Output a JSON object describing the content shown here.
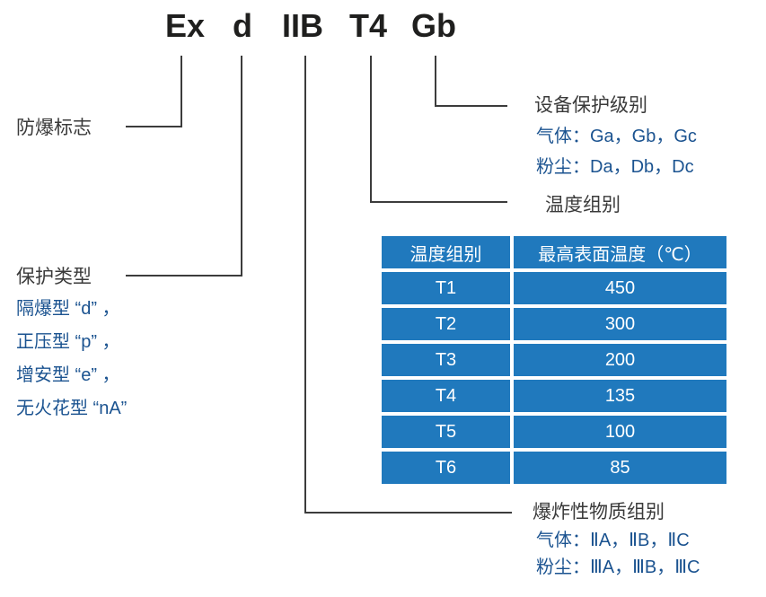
{
  "colors": {
    "table_blue": "#2079BD",
    "text_blue": "#1B5390",
    "line_dark": "#3C3C3C"
  },
  "marking": {
    "tokens": [
      "Ex",
      "d",
      "IIB",
      "T4",
      "Gb"
    ]
  },
  "labels": {
    "ex_mark": "防爆标志",
    "protection_type": "保护类型",
    "equipment_protection_level": "设备保护级别",
    "temperature_class": "温度组别",
    "explosive_substance_group": "爆炸性物质组别"
  },
  "epl_detail": {
    "gas": "气体：Ga，Gb，Gc",
    "dust": "粉尘：Da，Db，Dc"
  },
  "protection_types": [
    "隔爆型 “d” ，",
    "正压型 “p” ，",
    "增安型 “e” ，",
    "无火花型 “nA”"
  ],
  "group_detail": {
    "gas": "气体：ⅡA，ⅡB，ⅡC",
    "dust": "粉尘：ⅢA，ⅢB，ⅢC"
  },
  "table": {
    "headers": [
      "温度组别",
      "最高表面温度（℃）"
    ],
    "rows": [
      [
        "T1",
        "450"
      ],
      [
        "T2",
        "300"
      ],
      [
        "T3",
        "200"
      ],
      [
        "T4",
        "135"
      ],
      [
        "T5",
        "100"
      ],
      [
        "T6",
        "85"
      ]
    ]
  }
}
